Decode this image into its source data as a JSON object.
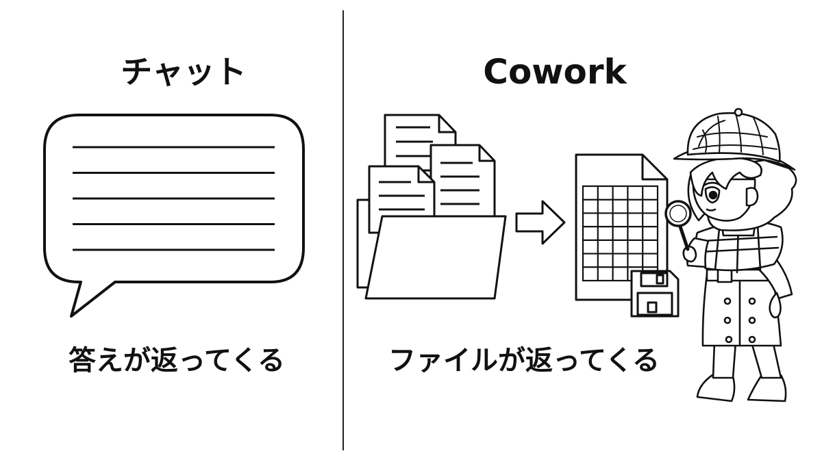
{
  "left_panel": {
    "title": "チャット",
    "caption": "答えが返ってくる",
    "speech_bubble_line_count": 5
  },
  "right_panel": {
    "title": "Cowork",
    "caption": "ファイルが返ってくる"
  },
  "icons": {
    "speech_bubble": "speech-bubble-icon",
    "folder": "folder-with-documents-icon",
    "arrow": "right-arrow-icon",
    "spreadsheet": "spreadsheet-document-icon",
    "floppy": "floppy-disk-icon",
    "character": "detective-character-illustration"
  },
  "colors": {
    "ink": "#111111",
    "background": "#ffffff"
  }
}
